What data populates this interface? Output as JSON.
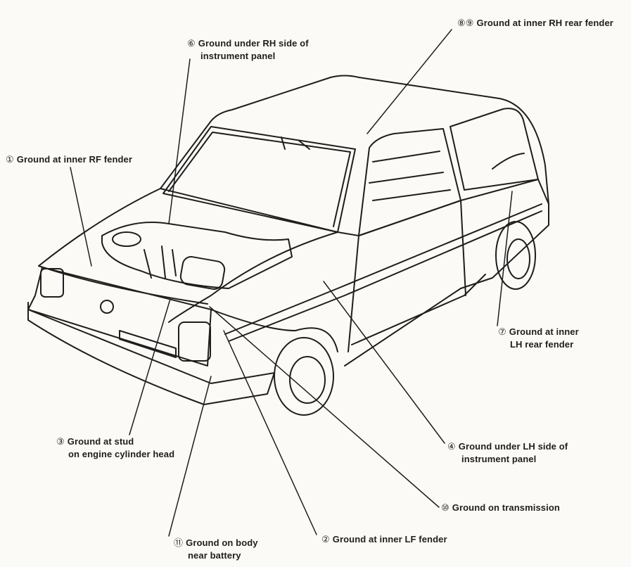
{
  "labels": {
    "g6": {
      "num": "⑥",
      "line1": "Ground under RH side of",
      "line2": "instrument panel"
    },
    "g89": {
      "num": "⑧⑨",
      "line1": "Ground at inner RH rear fender"
    },
    "g1": {
      "num": "①",
      "line1": "Ground at inner RF fender"
    },
    "g7": {
      "num": "⑦",
      "line1": "Ground at inner",
      "line2": "LH rear fender"
    },
    "g3": {
      "num": "③",
      "line1": "Ground at stud",
      "line2": "on engine cylinder head"
    },
    "g4": {
      "num": "④",
      "line1": "Ground under LH side of",
      "line2": "instrument panel"
    },
    "g10": {
      "num": "⑩",
      "line1": "Ground on transmission"
    },
    "g11": {
      "num": "⑪",
      "line1": "Ground on body",
      "line2": "near battery"
    },
    "g2": {
      "num": "②",
      "line1": "Ground at inner LF fender"
    }
  }
}
